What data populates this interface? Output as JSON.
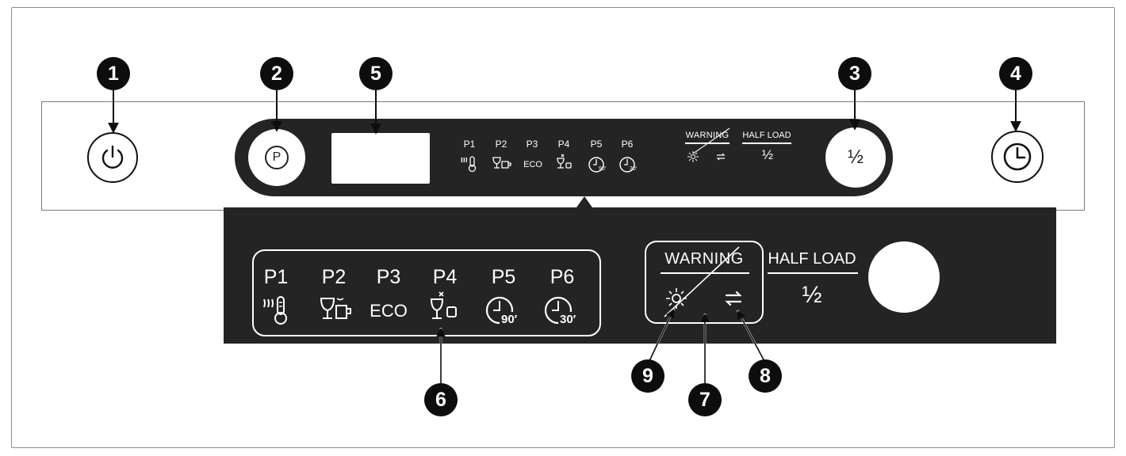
{
  "callouts": {
    "power": "1",
    "program": "2",
    "half_load": "3",
    "delay_timer": "4",
    "display": "5",
    "program_indicators": "6",
    "warning_indicators": "7",
    "rinse_aid_warning": "8",
    "salt_warning": "9"
  },
  "buttons": {
    "program_label": "P",
    "half_load_label": "½"
  },
  "programs": [
    {
      "label": "P1",
      "icon": "intensive-temperature-icon"
    },
    {
      "label": "P2",
      "icon": "glass-and-cup-icon"
    },
    {
      "label": "P3",
      "text": "ECO"
    },
    {
      "label": "P4",
      "icon": "quick-rinse-glass-icon"
    },
    {
      "label": "P5",
      "icon": "clock-90-icon",
      "minutes": "90′"
    },
    {
      "label": "P6",
      "icon": "clock-30-icon",
      "minutes": "30′"
    }
  ],
  "small_programs": [
    {
      "label": "P1"
    },
    {
      "label": "P2"
    },
    {
      "label": "P3",
      "text": "ECO"
    },
    {
      "label": "P4"
    },
    {
      "label": "P5",
      "minutes": "90′"
    },
    {
      "label": "P6",
      "minutes": "30′"
    }
  ],
  "warning": {
    "label": "WARNING",
    "icons": [
      "salt-sun-icon",
      "rinse-aid-arrows-icon"
    ]
  },
  "half_load_indicator": {
    "label": "HALF LOAD",
    "glyph": "½"
  },
  "colors": {
    "panel": "#242424",
    "badge": "#0d0d0d",
    "frame": "#8c8c8c"
  }
}
